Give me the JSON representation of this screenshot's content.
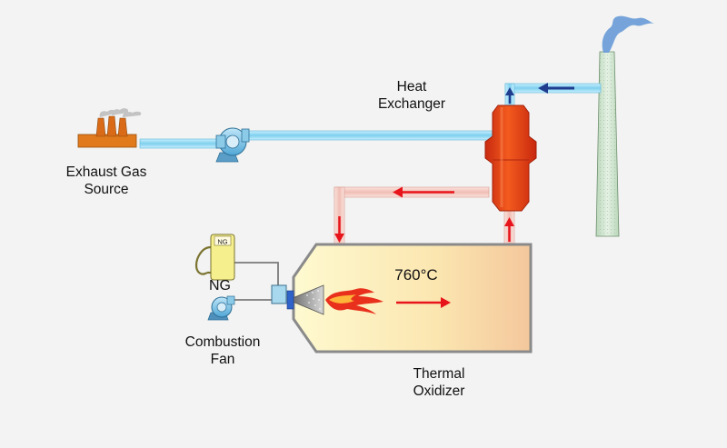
{
  "labels": {
    "exhaust_gas_source": [
      "Exhaust Gas",
      "Source"
    ],
    "heat_exchanger": [
      "Heat",
      "Exchanger"
    ],
    "ng_tank_text": "NG",
    "ng_label": "NG",
    "combustion_fan": [
      "Combustion",
      "Fan"
    ],
    "thermal_oxidizer": [
      "Thermal",
      "Oxidizer"
    ],
    "temperature": "760°C"
  },
  "colors": {
    "background": "#f2f3f2",
    "cold_pipe": "#8ed8f2",
    "hot_pipe": "#f3c9c1",
    "heat_exchanger": "#ea3c14",
    "oxidizer_fill_start": "#fdf7c4",
    "oxidizer_fill_end": "#f4c79c",
    "oxidizer_border": "#8a8a8a",
    "flow_arrow_red": "#e8141b",
    "flow_arrow_blue": "#1f3c8f",
    "stack": "#cfe5cf",
    "factory": "#e07a1c",
    "ng_tank": "#f6ef8e",
    "smoke": "#6e9ed8"
  }
}
